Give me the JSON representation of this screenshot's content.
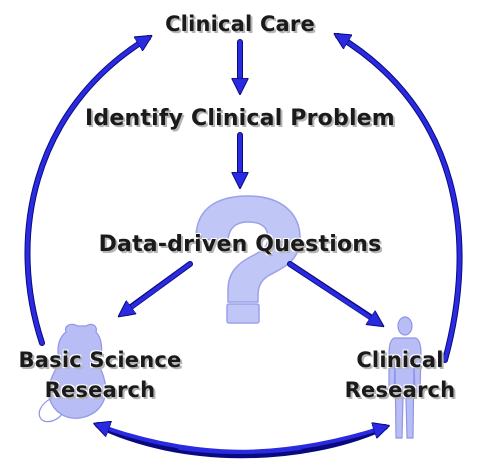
{
  "labels": {
    "clinical_care": "Clinical Care",
    "identify_problem": "Identify Clinical Problem",
    "data_questions": "Data-driven Questions",
    "basic_science_line1": "Basic Science",
    "basic_science_line2": "Research",
    "clinical_research_line1": "Clinical",
    "clinical_research_line2": "Research"
  },
  "icons": {
    "center": "question-mark",
    "left": "mouse-silhouette",
    "right": "person-silhouette"
  },
  "colors": {
    "arrow": "#2222dd",
    "arrow_outline": "#0a0a80",
    "figure": "#b8bdf5",
    "question_mark": "#c0c6f5",
    "text": "#1a1a1a"
  }
}
